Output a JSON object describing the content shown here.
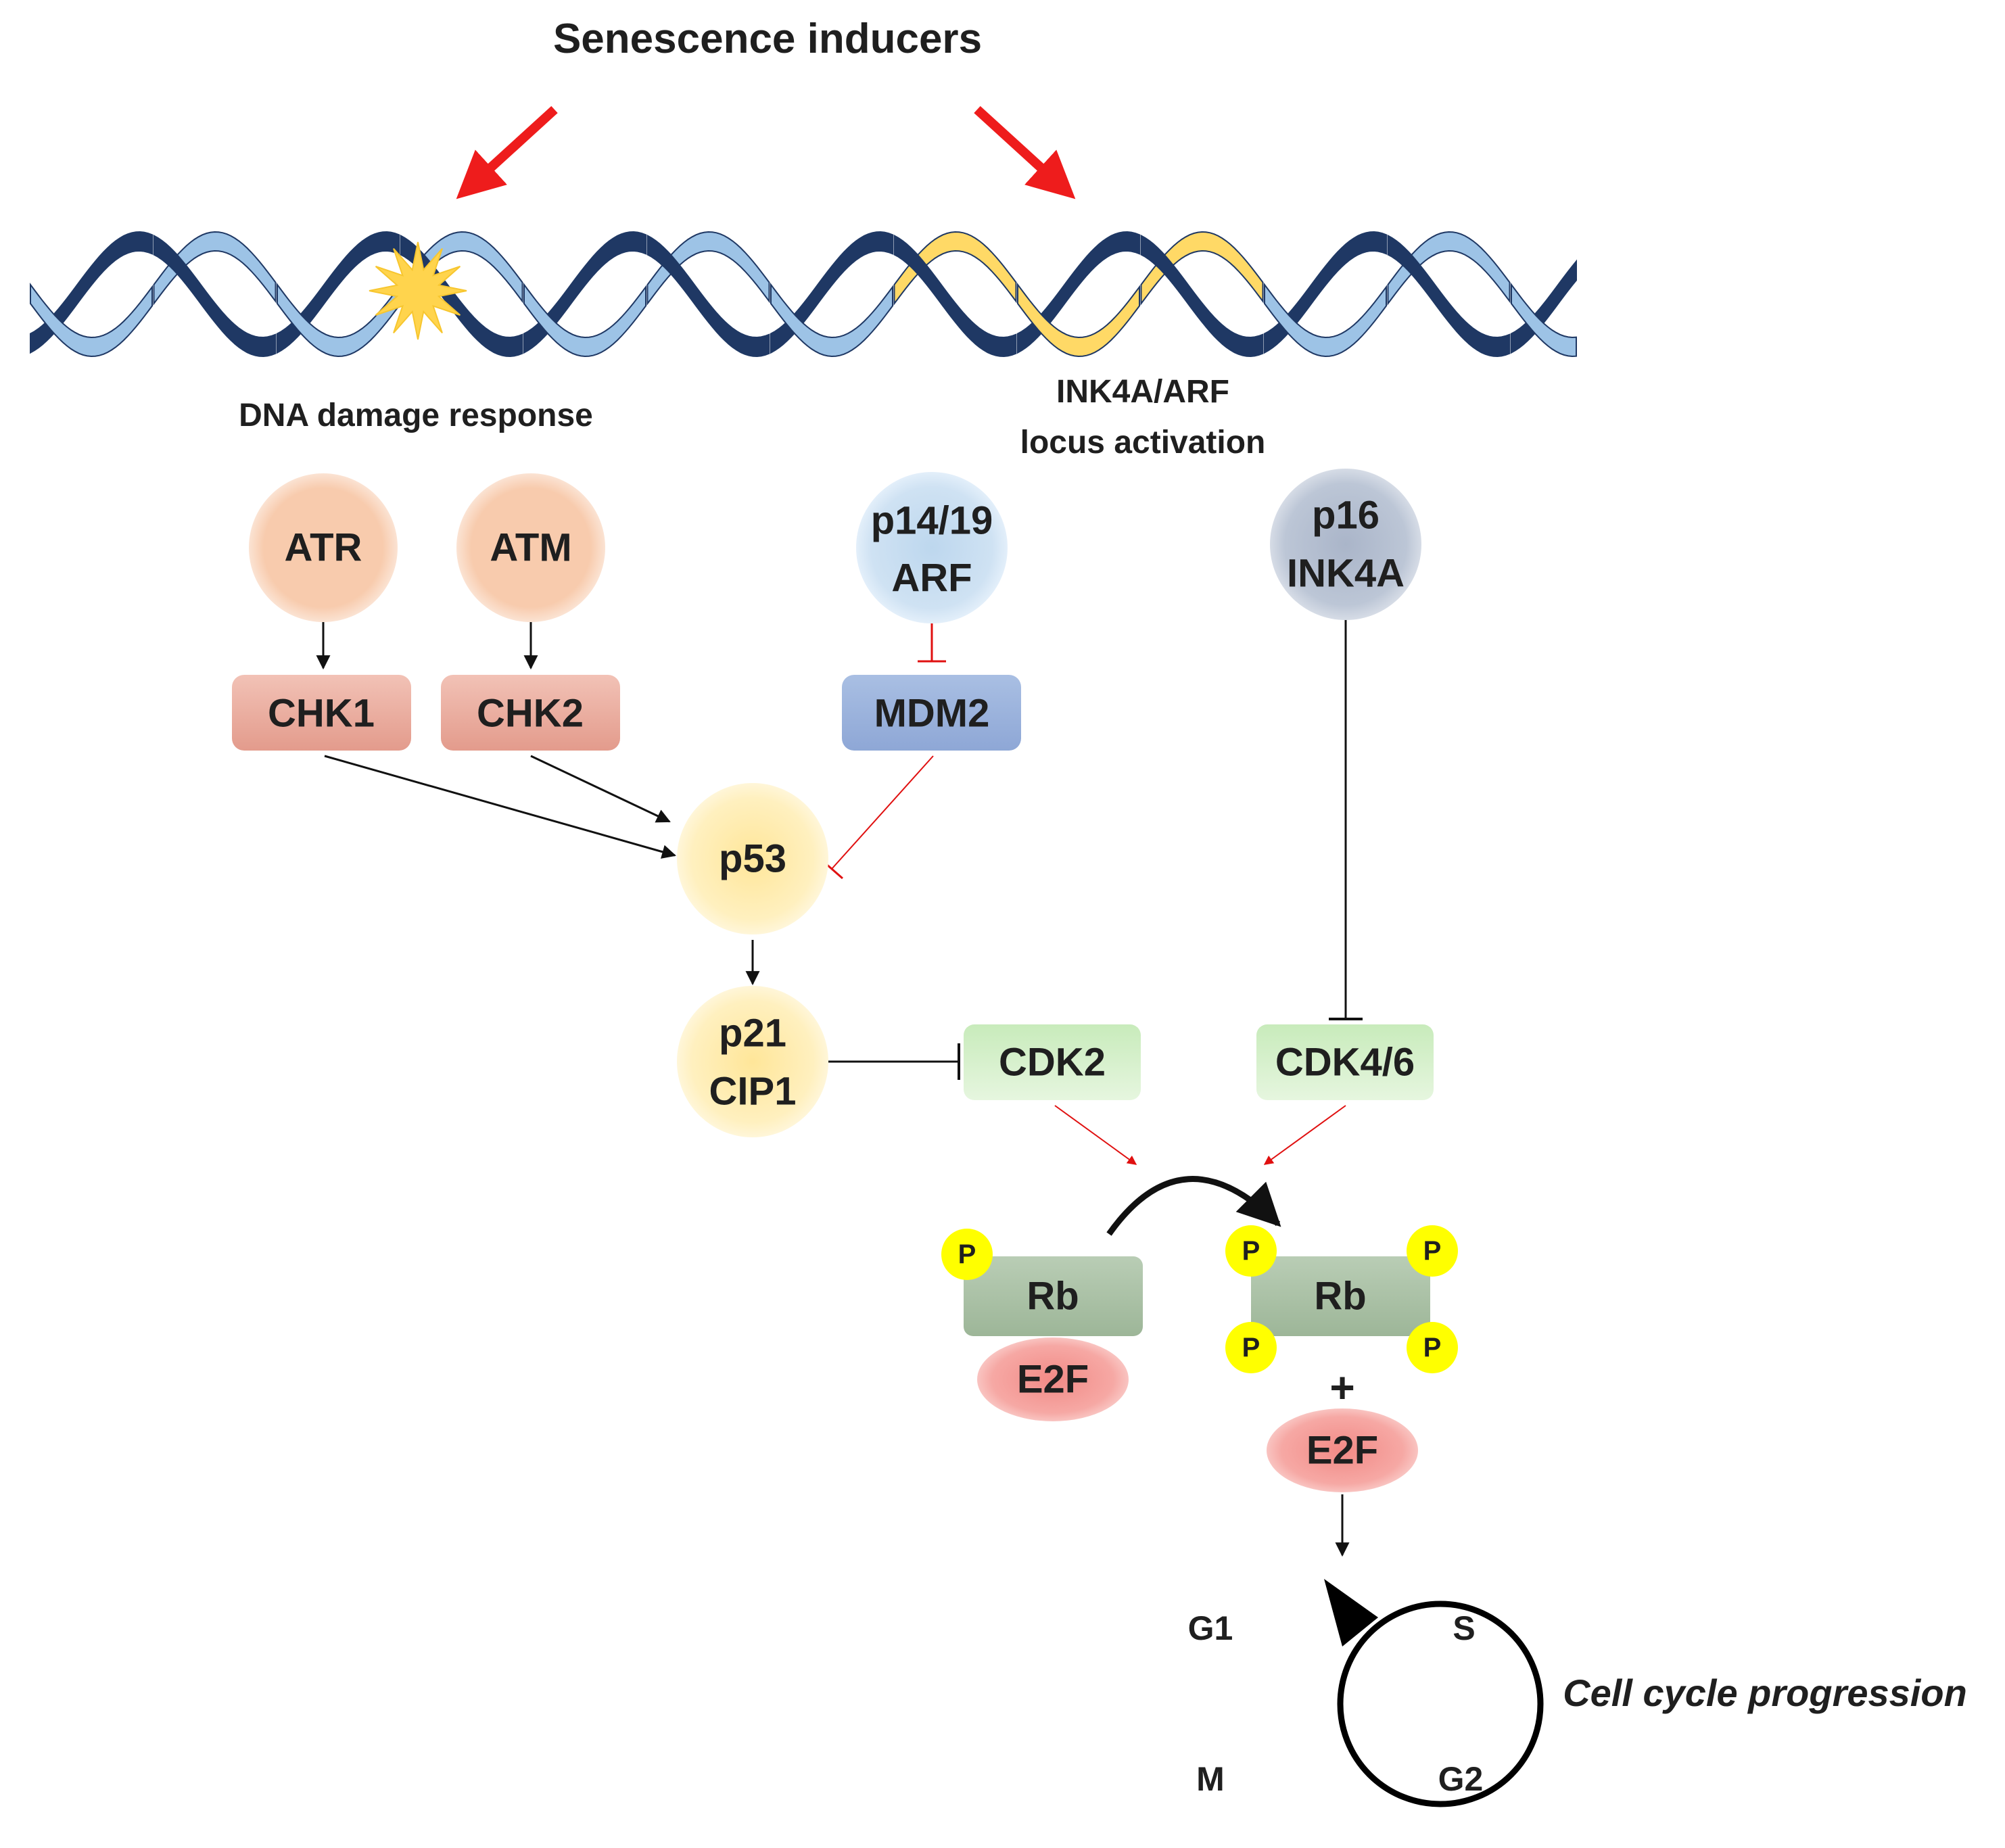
{
  "title": "Senescence inducers",
  "colors": {
    "title_red": "#ee1c1c",
    "dna_dark": "#1f3864",
    "dna_light": "#9dc3e6",
    "dna_gold": "#ffd966",
    "damage_star": "#ffd44d",
    "atr_atm": "#f8cbad",
    "chk": "#e8a090",
    "arf": "#bdd7ee",
    "mdm2": "#8faadc",
    "p16": "#b4c0d4",
    "p53_p21": "#ffe699",
    "cdk": "#c5e8b7",
    "rb": "#a9c0a5",
    "e2f": "#f4908c",
    "phospho": "#ffff00",
    "inhibit_red": "#e01010"
  },
  "dna": {
    "damage_label": "DNA damage response",
    "locus_label_line1": "INK4A/ARF",
    "locus_label_line2": "locus activation"
  },
  "nodes": {
    "atr": "ATR",
    "atm": "ATM",
    "chk1": "CHK1",
    "chk2": "CHK2",
    "arf_line1": "p14/19",
    "arf_line2": "ARF",
    "mdm2": "MDM2",
    "p16_line1": "p16",
    "p16_line2": "INK4A",
    "p53": "p53",
    "p21_line1": "p21",
    "p21_line2": "CIP1",
    "cdk2": "CDK2",
    "cdk46": "CDK4/6",
    "rb_left": "Rb",
    "e2f_left": "E2F",
    "rb_right": "Rb",
    "plus": "+",
    "e2f_right": "E2F",
    "phospho": "P"
  },
  "cell_cycle": {
    "phases": [
      "G1",
      "S",
      "G2",
      "M"
    ],
    "caption": "Cell cycle progression"
  }
}
